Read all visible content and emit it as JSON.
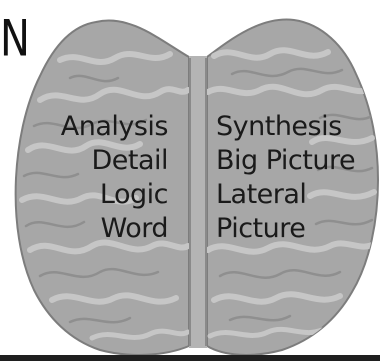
{
  "title_fragment": "N",
  "diagram": {
    "left_hemisphere": {
      "labels": [
        "Analysis",
        "Detail",
        "Logic",
        "Word"
      ]
    },
    "right_hemisphere": {
      "labels": [
        "Synthesis",
        "Big Picture",
        "Lateral",
        "Picture"
      ]
    }
  },
  "colors": {
    "brain_fill": "#a7a7a7",
    "brain_fold_light": "#c2c2c2",
    "brain_fold_dark": "#8a8a8a",
    "text": "#1a1a1a",
    "bottom_bar": "#1f1f1f"
  }
}
